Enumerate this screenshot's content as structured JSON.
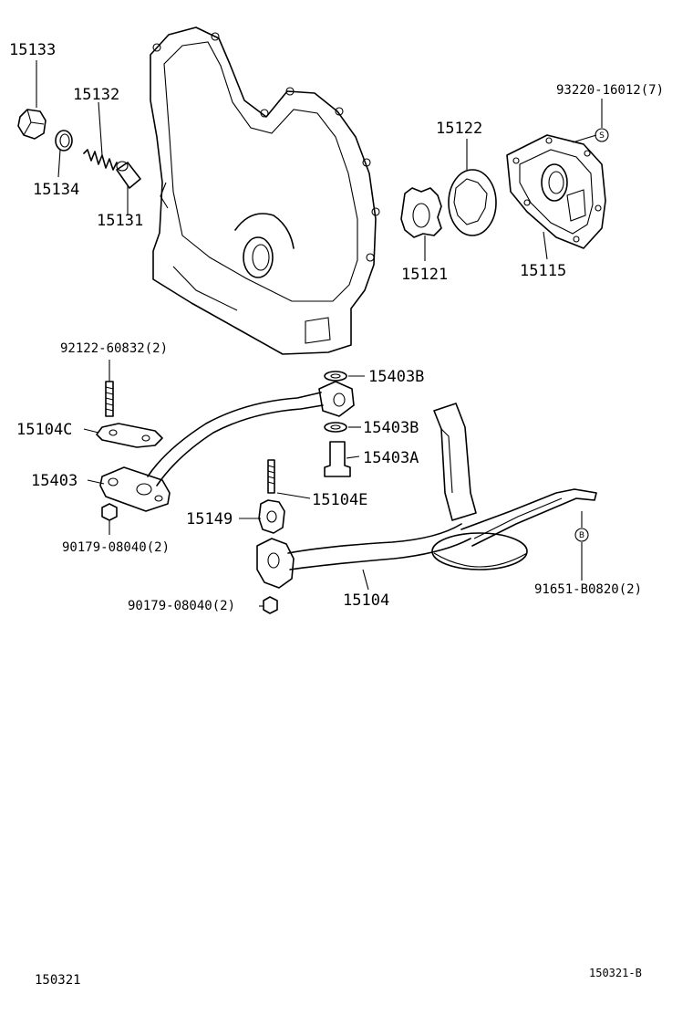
{
  "callouts": {
    "p15133": "15133",
    "p15132": "15132",
    "p15134": "15134",
    "p15131": "15131",
    "p15122": "15122",
    "p93220": "93220-16012(7)",
    "p15121": "15121",
    "p15115": "15115",
    "p92122": "92122-60832(2)",
    "p15403B_top": "15403B",
    "p15104C": "15104C",
    "p15403B_mid": "15403B",
    "p15403A": "15403A",
    "p15403": "15403",
    "p15104E": "15104E",
    "p15149": "15149",
    "p90179_a": "90179-08040(2)",
    "p91651": "91651-B0820(2)",
    "p90179_b": "90179-08040(2)",
    "p15104": "15104"
  },
  "symbols": {
    "s_mark": "S",
    "b_mark": "B"
  },
  "footer": {
    "left_code": "150321",
    "right_code": "150321-B"
  }
}
